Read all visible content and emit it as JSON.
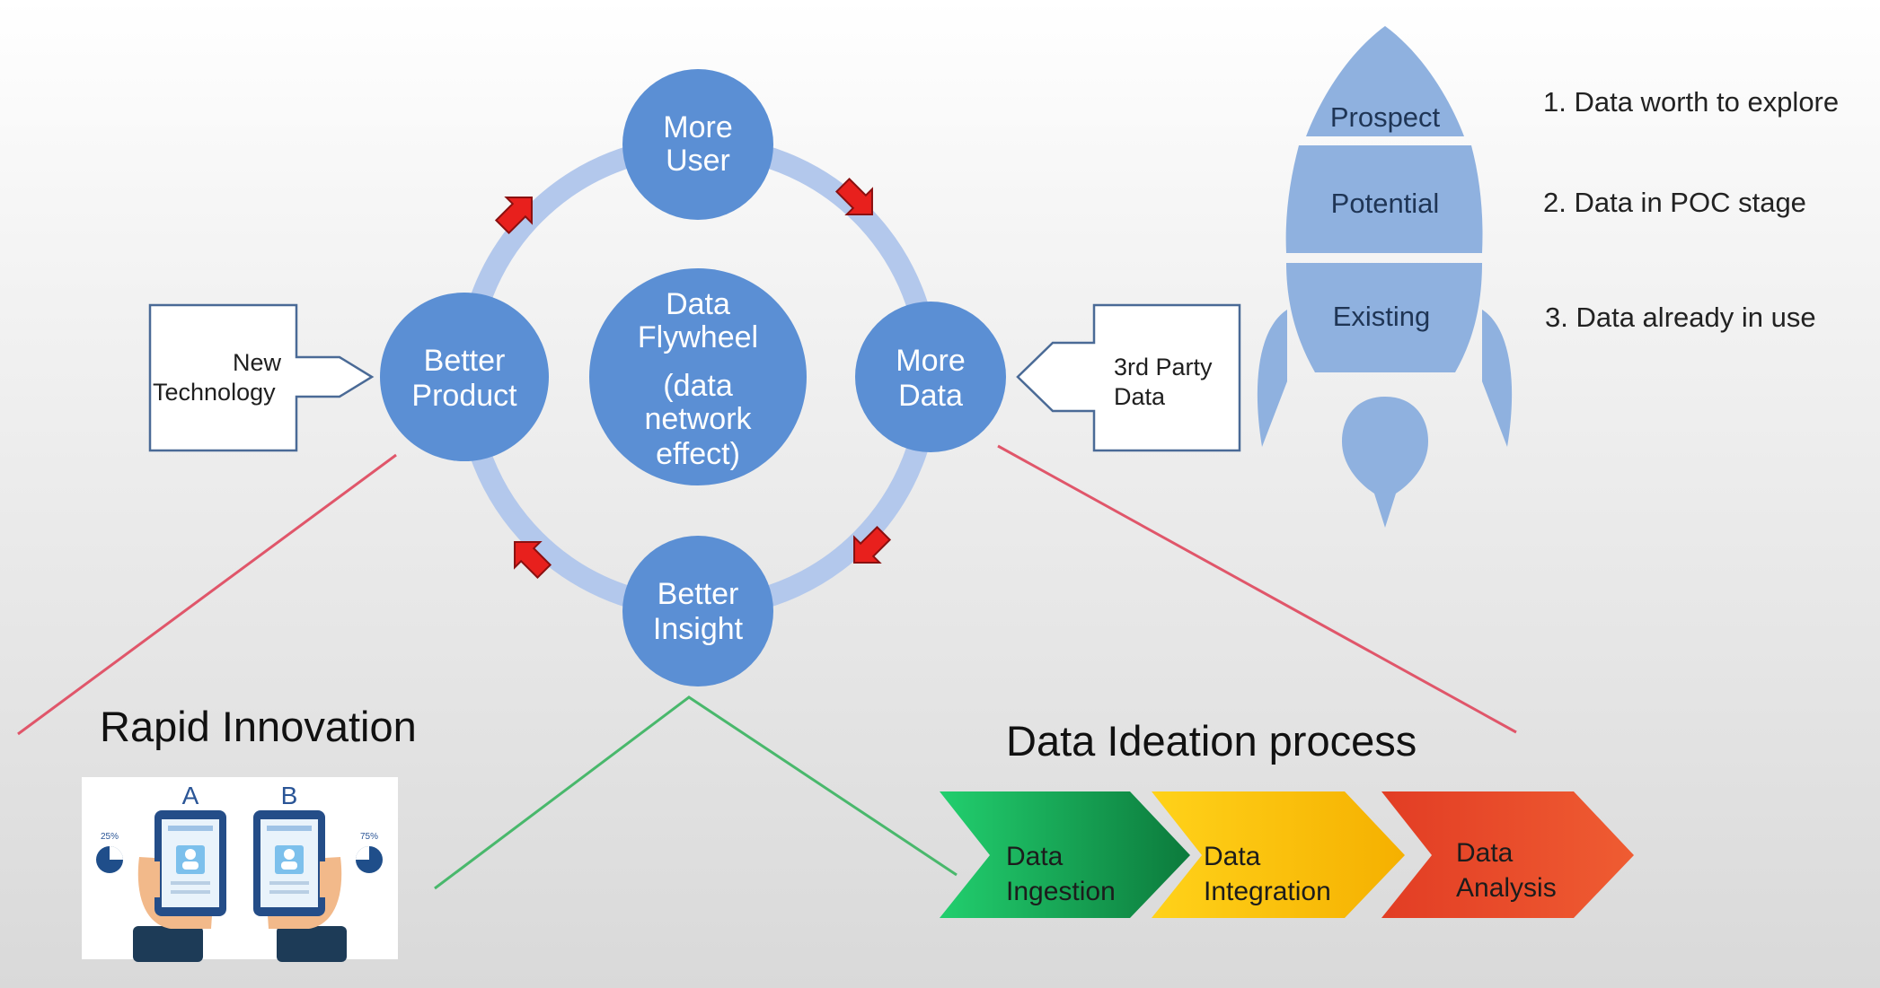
{
  "flywheel": {
    "center": {
      "line1": "Data",
      "line2": "Flywheel",
      "line3": "(data",
      "line4": "network",
      "line5": "effect)"
    },
    "top": {
      "line1": "More",
      "line2": "User"
    },
    "right": {
      "line1": "More",
      "line2": "Data"
    },
    "bottom": {
      "line1": "Better",
      "line2": "Insight"
    },
    "left": {
      "line1": "Better",
      "line2": "Product"
    }
  },
  "inputs": {
    "left": {
      "line1": "New",
      "line2": "Technology"
    },
    "right": {
      "line1": "3rd Party",
      "line2": "Data"
    }
  },
  "rocket": {
    "stages": [
      "Prospect",
      "Potential",
      "Existing"
    ],
    "legend": [
      "1. Data worth to explore",
      "2. Data in POC stage",
      "3. Data already in use"
    ]
  },
  "rapid_innovation": {
    "title": "Rapid Innovation",
    "variant_a": "A",
    "variant_b": "B",
    "pct_left": "25%",
    "pct_right": "75%"
  },
  "ideation": {
    "title": "Data Ideation process",
    "steps": [
      {
        "line1": "Data",
        "line2": "Ingestion"
      },
      {
        "line1": "Data",
        "line2": "Integration"
      },
      {
        "line1": "Data",
        "line2": "Analysis"
      }
    ]
  },
  "colors": {
    "circle": "#5b8fd4",
    "ring": "#b3c8ec",
    "arrow": "#e8201d",
    "rocket": "#8fb1df",
    "step1": "#22c56a",
    "step2": "#ffc20e",
    "step3": "#e8472a",
    "connector_red": "#e0566a",
    "connector_green": "#49b86c"
  }
}
